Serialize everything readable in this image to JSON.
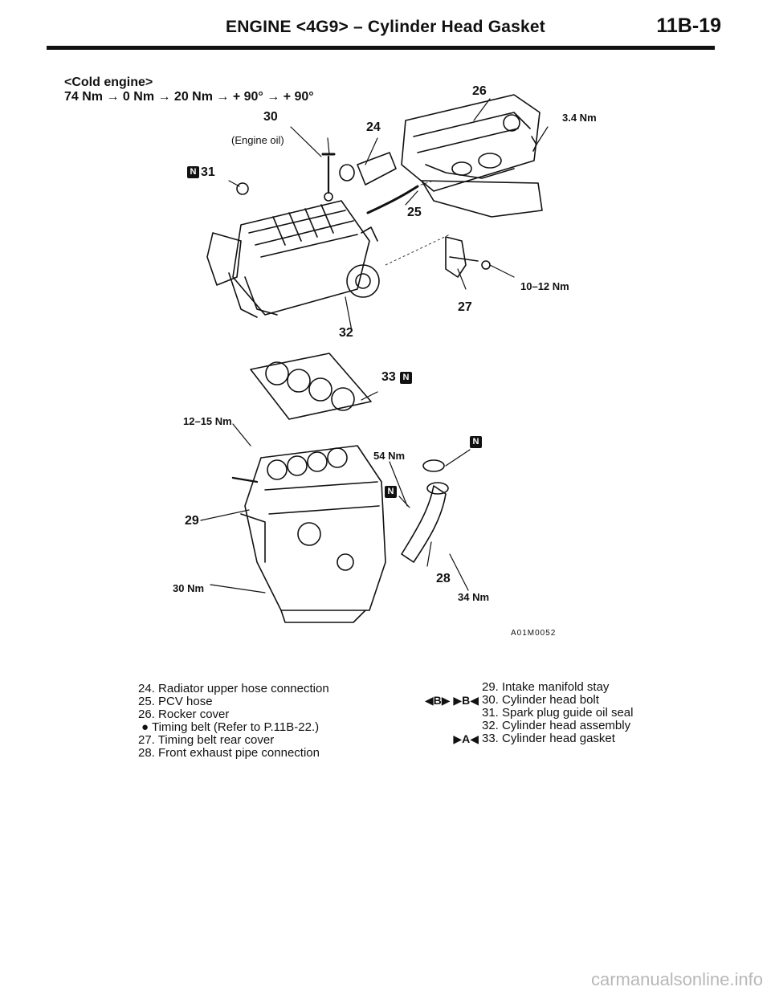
{
  "header": {
    "title": "ENGINE <4G9> – Cylinder Head Gasket",
    "page_number": "11B-19"
  },
  "torque_sequence": {
    "condition": "<Cold engine>",
    "steps": "74 Nm → 0 Nm → 20 Nm → + 90° → + 90°"
  },
  "diagram": {
    "engine_oil_note": "(Engine oil)",
    "n_badge": "N",
    "figure_code": "A01M0052",
    "callouts": {
      "c24": "24",
      "c25": "25",
      "c26": "26",
      "c27": "27",
      "c28": "28",
      "c29": "29",
      "c30": "30",
      "c31": "31",
      "c32": "32",
      "c33": "33"
    },
    "torques": {
      "t_3_4": "3.4 Nm",
      "t_10_12": "10–12 Nm",
      "t_12_15": "12–15 Nm",
      "t_54": "54 Nm",
      "t_30": "30 Nm",
      "t_34": "34 Nm"
    }
  },
  "legend": {
    "left": [
      "24. Radiator upper hose connection",
      "25. PCV hose",
      "26. Rocker cover",
      "● Timing belt (Refer to P.11B-22.)",
      "27. Timing belt rear cover",
      "28. Front exhaust pipe connection"
    ],
    "marks": [
      "",
      "◀B▶  ▶B◀",
      "",
      "",
      "▶A◀"
    ],
    "right": [
      "29. Intake manifold stay",
      "30. Cylinder head bolt",
      "31. Spark plug guide oil seal",
      "32. Cylinder head assembly",
      "33. Cylinder head gasket"
    ]
  },
  "watermark": "carmanualsonline.info"
}
